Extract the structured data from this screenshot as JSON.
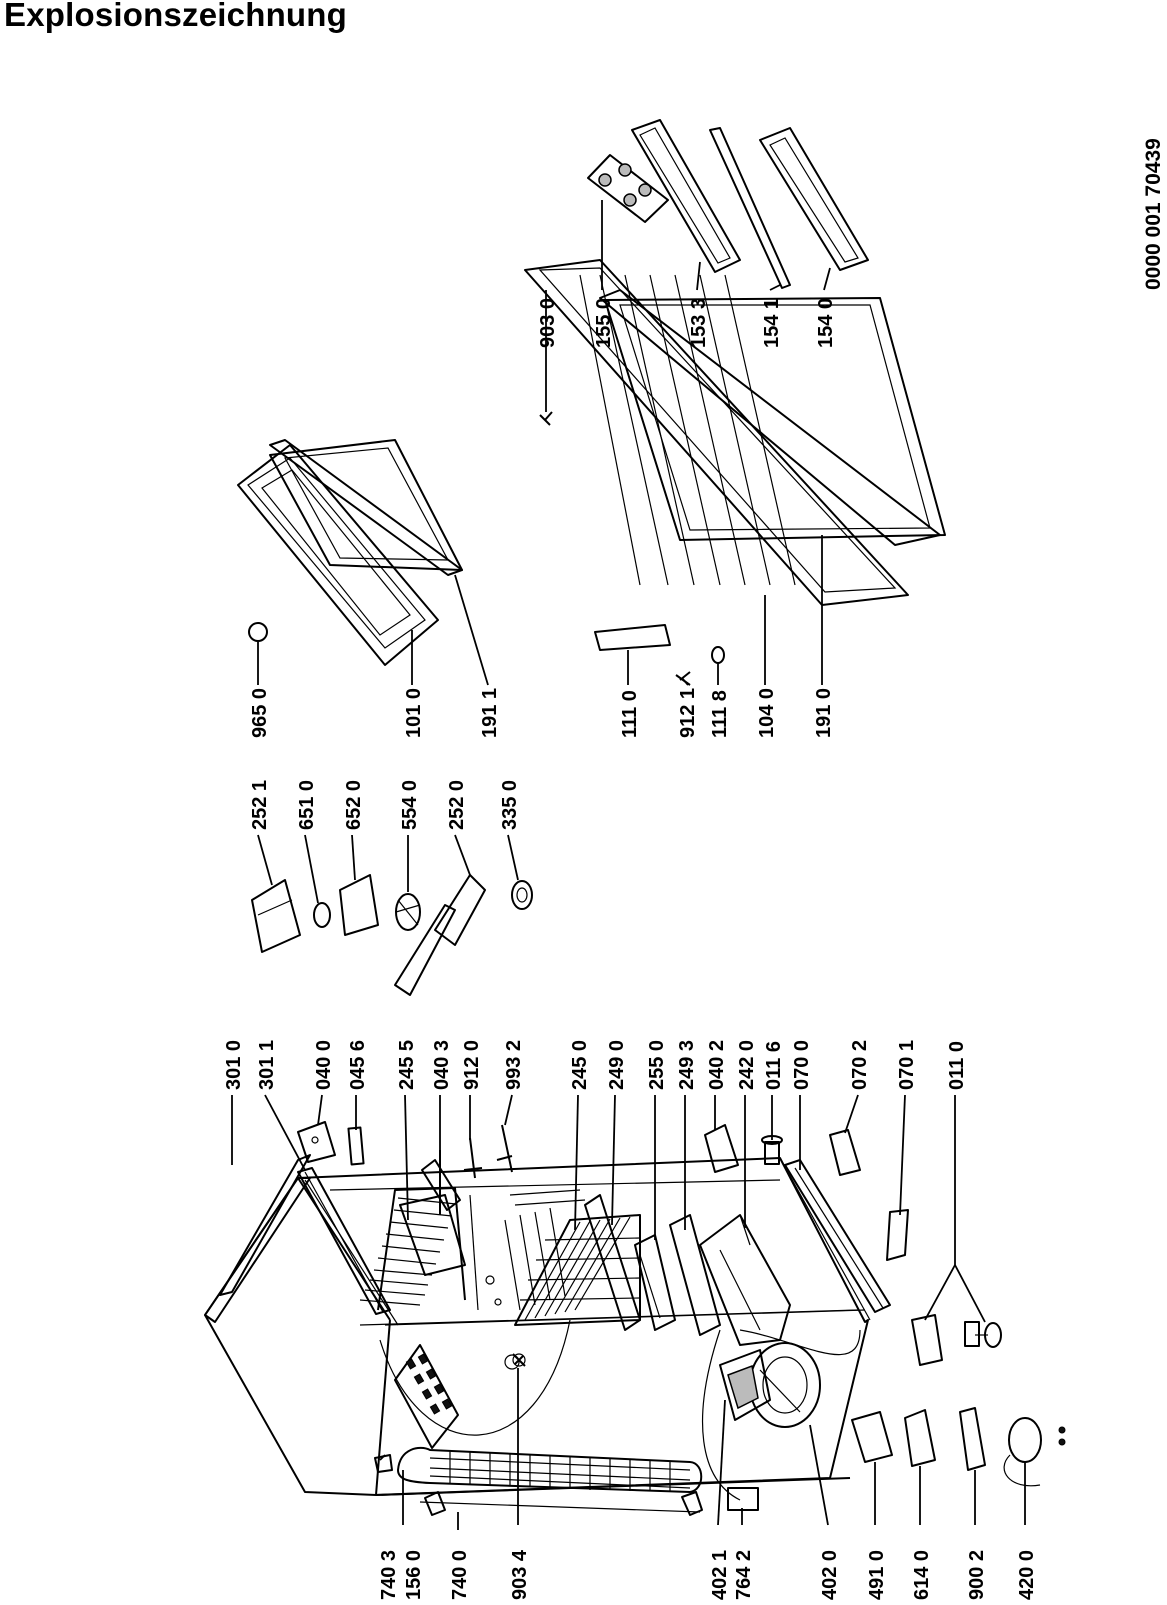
{
  "title": "Explosionszeichnung",
  "document_number": "0000 001 70439",
  "part_labels": [
    {
      "id": "p1",
      "text": "740 3"
    },
    {
      "id": "p2",
      "text": "156 0"
    },
    {
      "id": "p3",
      "text": "740 0"
    },
    {
      "id": "p4",
      "text": "903 4"
    },
    {
      "id": "p5",
      "text": "402 1"
    },
    {
      "id": "p6",
      "text": "764 2"
    },
    {
      "id": "p7",
      "text": "402 0"
    },
    {
      "id": "p8",
      "text": "491 0"
    },
    {
      "id": "p9",
      "text": "614 0"
    },
    {
      "id": "p10",
      "text": "900 2"
    },
    {
      "id": "p11",
      "text": "420 0"
    },
    {
      "id": "p12",
      "text": "301 0"
    },
    {
      "id": "p13",
      "text": "301 1"
    },
    {
      "id": "p14",
      "text": "040 0"
    },
    {
      "id": "p15",
      "text": "045 6"
    },
    {
      "id": "p16",
      "text": "245 5"
    },
    {
      "id": "p17",
      "text": "040 3"
    },
    {
      "id": "p18",
      "text": "912 0"
    },
    {
      "id": "p19",
      "text": "993 2"
    },
    {
      "id": "p20",
      "text": "245 0"
    },
    {
      "id": "p21",
      "text": "249 0"
    },
    {
      "id": "p22",
      "text": "255 0"
    },
    {
      "id": "p23",
      "text": "249 3"
    },
    {
      "id": "p24",
      "text": "040 2"
    },
    {
      "id": "p25",
      "text": "242 0"
    },
    {
      "id": "p26",
      "text": "011 6"
    },
    {
      "id": "p27",
      "text": "070 0"
    },
    {
      "id": "p28",
      "text": "070 2"
    },
    {
      "id": "p29",
      "text": "070 1"
    },
    {
      "id": "p30",
      "text": "011 0"
    },
    {
      "id": "p31",
      "text": "252 1"
    },
    {
      "id": "p32",
      "text": "651 0"
    },
    {
      "id": "p33",
      "text": "652 0"
    },
    {
      "id": "p34",
      "text": "554 0"
    },
    {
      "id": "p35",
      "text": "252 0"
    },
    {
      "id": "p36",
      "text": "335 0"
    },
    {
      "id": "p37",
      "text": "965 0"
    },
    {
      "id": "p38",
      "text": "101 0"
    },
    {
      "id": "p39",
      "text": "191 1"
    },
    {
      "id": "p40",
      "text": "111 0"
    },
    {
      "id": "p41",
      "text": "912 1"
    },
    {
      "id": "p42",
      "text": "111 8"
    },
    {
      "id": "p43",
      "text": "104 0"
    },
    {
      "id": "p44",
      "text": "191 0"
    },
    {
      "id": "p45",
      "text": "903 0"
    },
    {
      "id": "p46",
      "text": "155 0"
    },
    {
      "id": "p47",
      "text": "153 3"
    },
    {
      "id": "p48",
      "text": "154 1"
    },
    {
      "id": "p49",
      "text": "154 0"
    }
  ]
}
